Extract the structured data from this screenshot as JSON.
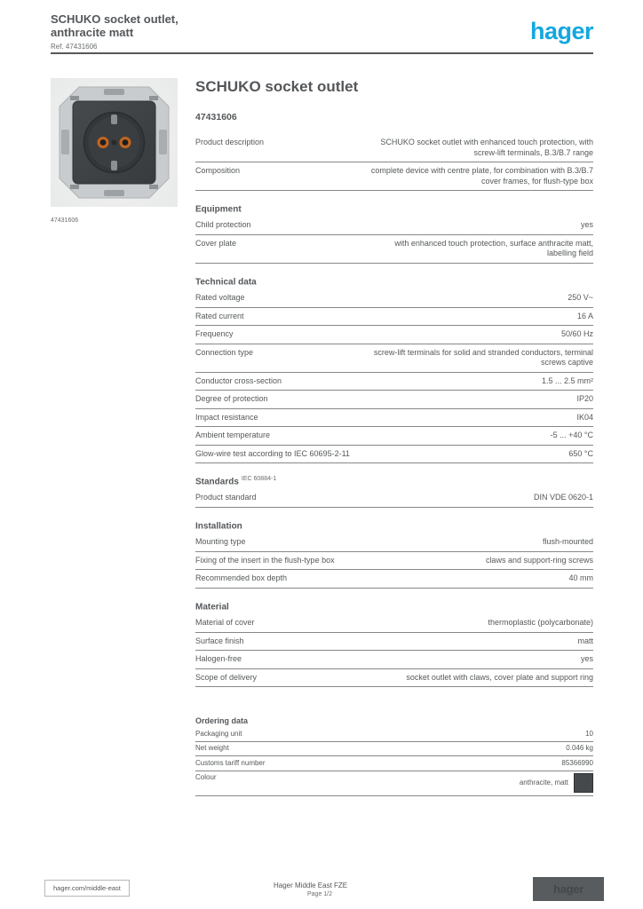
{
  "header": {
    "title_line1": "SCHUKO socket outlet,",
    "title_line2": "anthracite matt",
    "subtitle": "Ref. 47431606",
    "logo_text": "hager",
    "logo_color": "#14A7E0"
  },
  "product": {
    "image_caption": "47431606",
    "title": "SCHUKO socket outlet",
    "reference": "47431606",
    "swatch_color": "#46494C"
  },
  "sections": [
    {
      "heading": "",
      "rows": [
        {
          "label": "Product description",
          "value": "SCHUKO socket outlet with enhanced touch protection, with screw-lift terminals, B.3/B.7 range"
        },
        {
          "label": "Composition",
          "value": "complete device with centre plate, for combination with B.3/B.7 cover frames, for flush-type box"
        }
      ]
    },
    {
      "heading": "Equipment",
      "rows": [
        {
          "label": "Child protection",
          "value": "yes"
        },
        {
          "label": "Cover plate",
          "value": "with enhanced touch protection, surface anthracite matt, labelling field"
        }
      ]
    },
    {
      "heading": "Technical data",
      "rows": [
        {
          "label": "Rated voltage",
          "value": "250 V~"
        },
        {
          "label": "Rated current",
          "value": "16 A"
        },
        {
          "label": "Frequency",
          "value": "50/60 Hz"
        },
        {
          "label": "Connection type",
          "value": "screw-lift terminals for solid and stranded conductors, terminal screws captive"
        },
        {
          "label": "Conductor cross-section",
          "value": "1.5 ... 2.5 mm²"
        },
        {
          "label": "Degree of protection",
          "value": "IP20"
        },
        {
          "label": "Impact resistance",
          "value": "IK04"
        },
        {
          "label": "Ambient temperature",
          "value": "-5 ... +40 °C"
        },
        {
          "label": "Glow-wire test according to IEC 60695-2-11",
          "value": "650 °C"
        }
      ]
    },
    {
      "heading": "Standards",
      "heading_note": "IEC 60884-1",
      "rows": [
        {
          "label": "Product standard",
          "value": "DIN VDE 0620-1"
        }
      ]
    },
    {
      "heading": "Installation",
      "rows": [
        {
          "label": "Mounting type",
          "value": "flush-mounted"
        },
        {
          "label": "Fixing of the insert in the flush-type box",
          "value": "claws and support-ring screws"
        },
        {
          "label": "Recommended box depth",
          "value": "40 mm"
        }
      ]
    },
    {
      "heading": "Material",
      "rows": [
        {
          "label": "Material of cover",
          "value": "thermoplastic (polycarbonate)"
        },
        {
          "label": "Surface finish",
          "value": "matt"
        },
        {
          "label": "Halogen-free",
          "value": "yes"
        },
        {
          "label": "Scope of delivery",
          "value": "socket outlet with claws, cover plate and support ring"
        }
      ]
    },
    {
      "heading": "Ordering data",
      "compact": true,
      "rows": [
        {
          "label": "Packaging unit",
          "value": "10"
        },
        {
          "label": "Net weight",
          "value": "0.046 kg"
        },
        {
          "label": "Customs tariff number",
          "value": "85366990"
        },
        {
          "label": "Colour",
          "value": "anthracite, matt",
          "swatch": "#46494C"
        }
      ]
    }
  ],
  "footer": {
    "link": "hager.com/middle-east",
    "center_line1": "Hager Middle East FZE",
    "center_line2": "Page 1/2",
    "brand": "hager"
  }
}
